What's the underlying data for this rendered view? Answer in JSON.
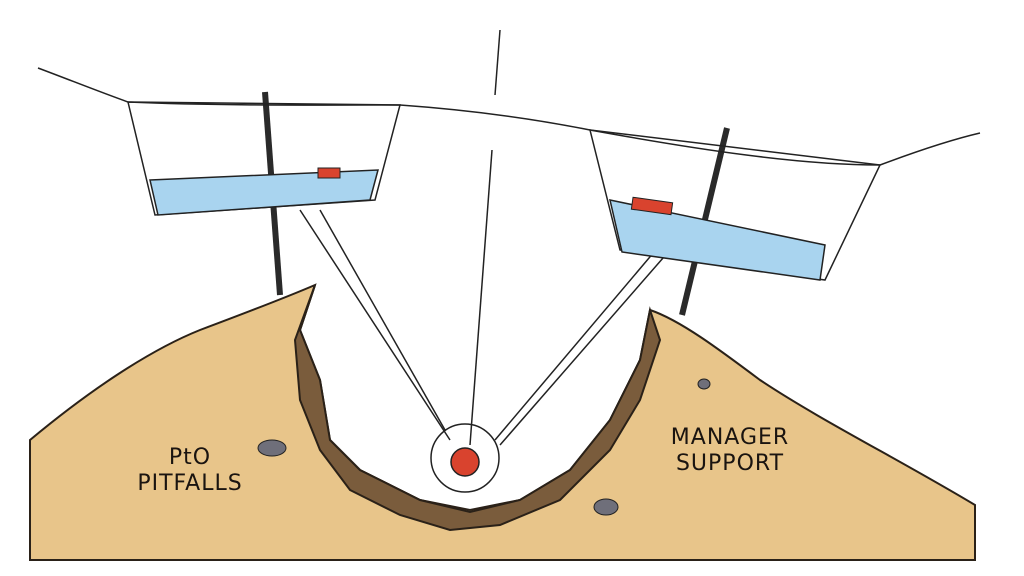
{
  "illustration": {
    "left_hill_label_line1": "PtO",
    "left_hill_label_line2": "PITFALLS",
    "right_hill_label_line1": "MANAGER",
    "right_hill_label_line2": "SUPPORT",
    "colors": {
      "sand": "#e8c58a",
      "dirt": "#7a5c3c",
      "water": "#a9d4ef",
      "ball": "#d9432e",
      "ink": "#1e1b18"
    }
  }
}
